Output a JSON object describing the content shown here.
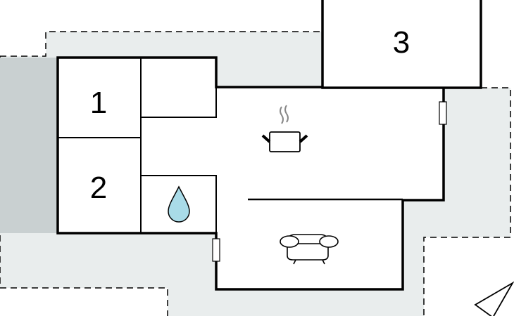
{
  "rooms": {
    "bedroom_1": "1",
    "bedroom_2": "2",
    "bedroom_3": "3"
  },
  "icons": [
    "kitchen-pot-icon",
    "sofa-icon",
    "water-drop-icon",
    "north-arrow-icon"
  ],
  "colors": {
    "terrace": "#e9eded",
    "dark_strip": "#c9d0d1",
    "wall": "#000000",
    "water": "#a9dbe8"
  }
}
